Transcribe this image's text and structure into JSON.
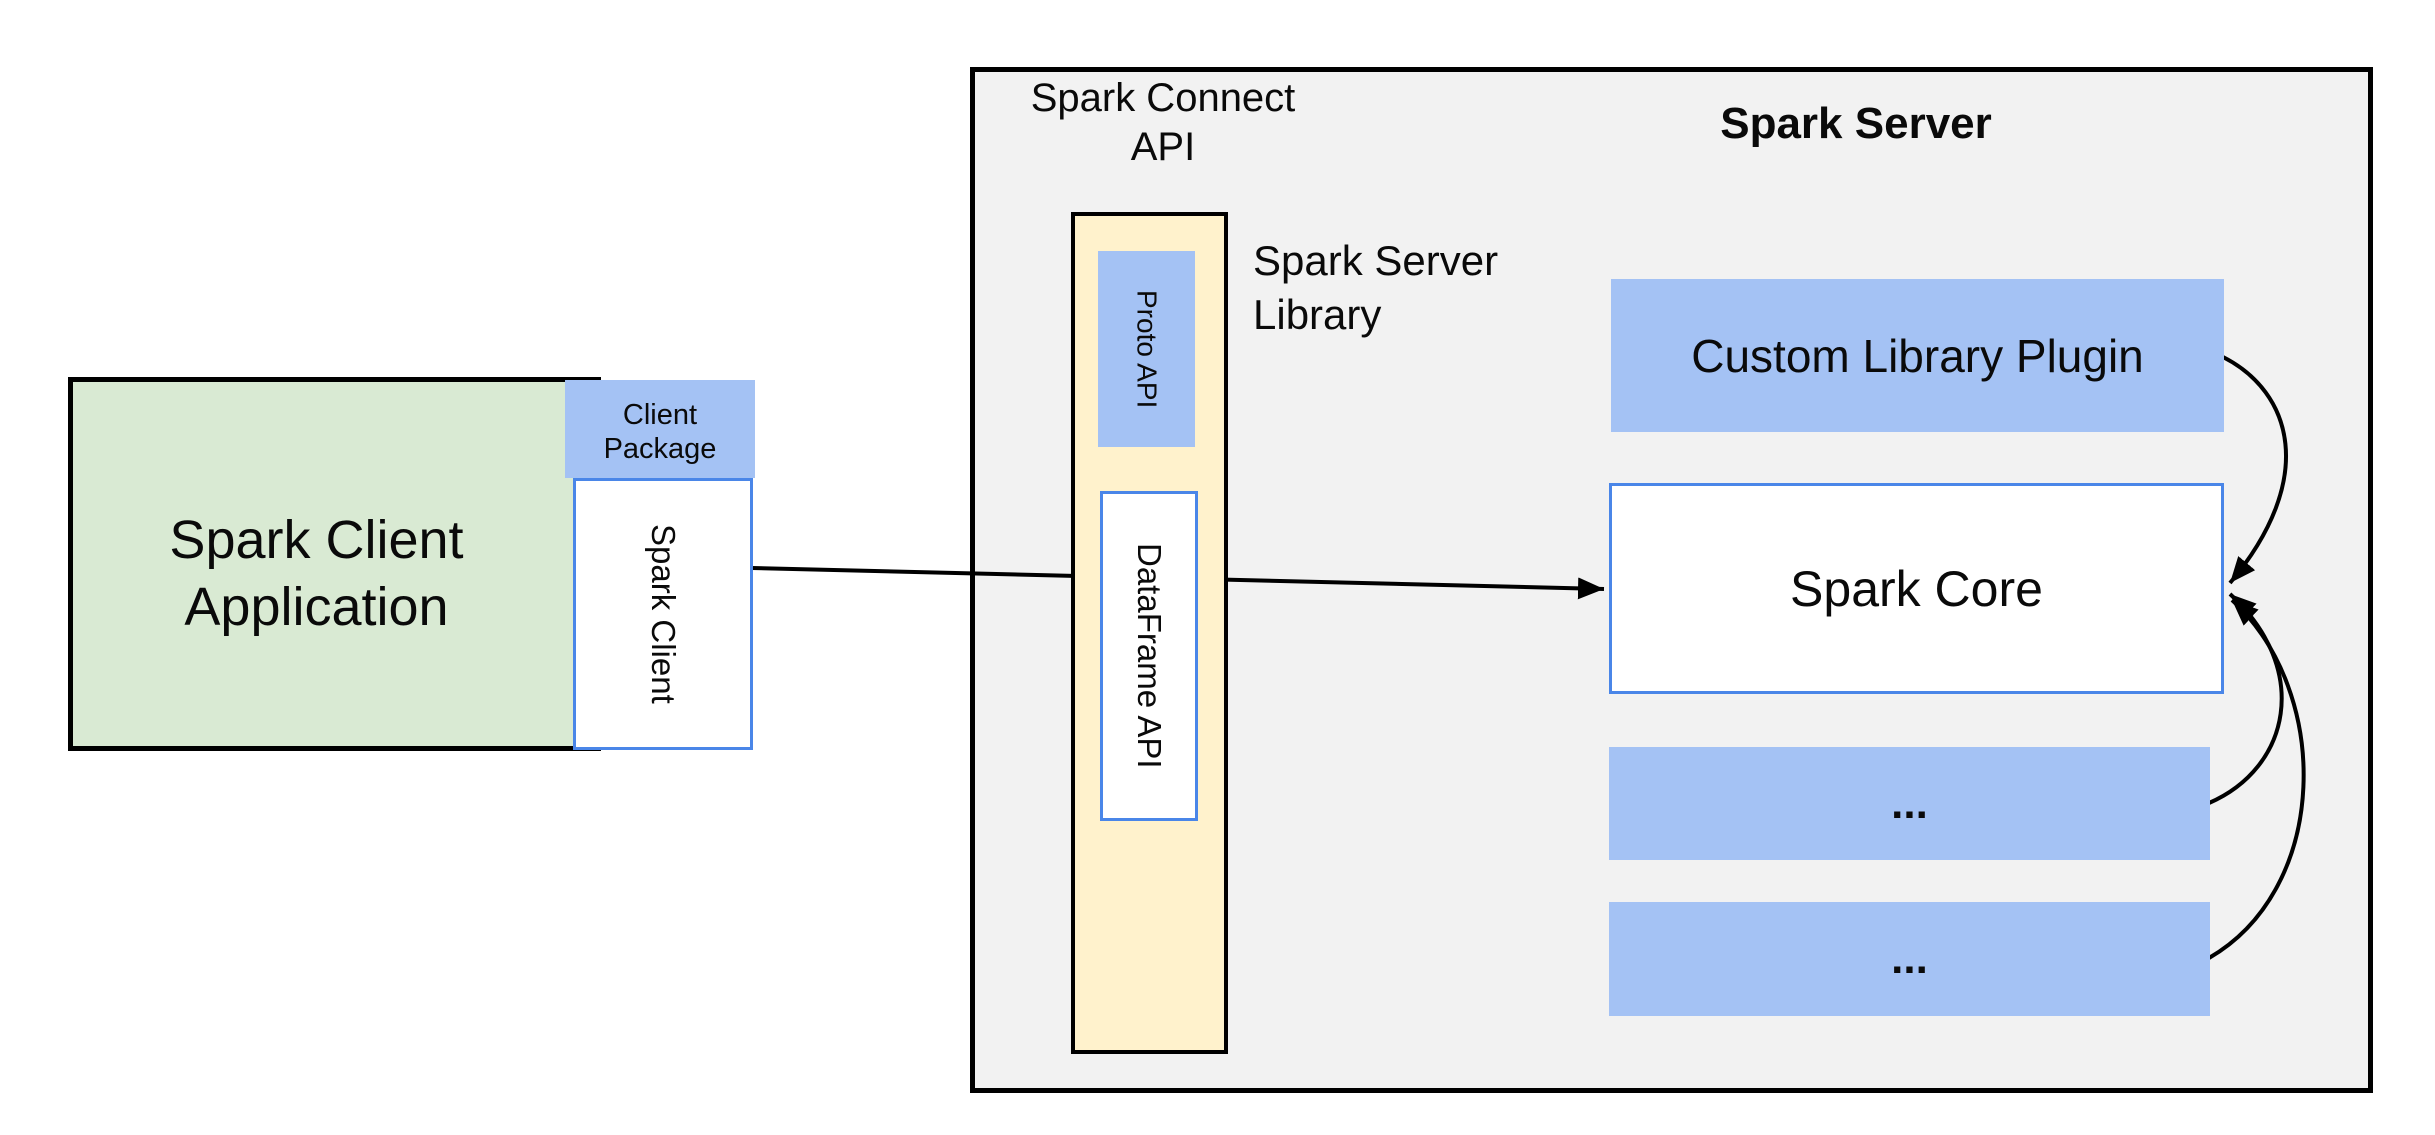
{
  "palette": {
    "blue_fill": "#a4c2f4",
    "blue_border": "#4a86e8",
    "green_fill": "#d9ead3",
    "yellow_fill": "#fff2cc",
    "gray_fill": "#f2f2f2",
    "line_black": "#000000"
  },
  "client": {
    "app_line1": "Spark Client",
    "app_line2": "Application",
    "package_line1": "Client",
    "package_line2": "Package",
    "client_box": "Spark Client"
  },
  "connect": {
    "title_line1": "Spark Connect",
    "title_line2": "API",
    "proto": "Proto API",
    "dataframe": "DataFrame API",
    "library_line1": "Spark Server",
    "library_line2": "Library"
  },
  "server": {
    "title": "Spark Server",
    "plugin": "Custom Library Plugin",
    "core": "Spark Core",
    "more1": "...",
    "more2": "..."
  }
}
